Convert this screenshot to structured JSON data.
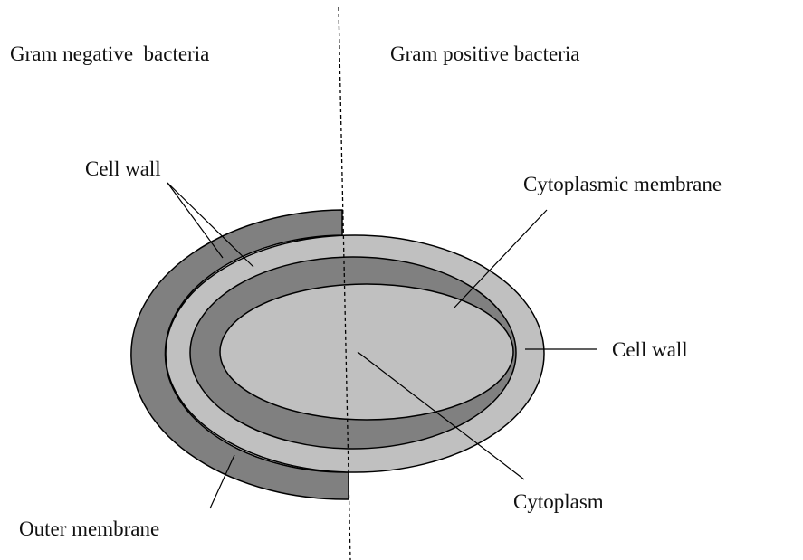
{
  "labels": {
    "gram_negative": "Gram negative  bacteria",
    "gram_positive": "Gram positive bacteria",
    "cell_wall_left": "Cell wall",
    "cytoplasmic_membrane": "Cytoplasmic membrane",
    "cell_wall_right": "Cell wall",
    "cytoplasm": "Cytoplasm",
    "outer_membrane": "Outer membrane"
  },
  "colors": {
    "dark_layer": "#808080",
    "light_layer": "#c0c0c0",
    "outline": "#000000",
    "background": "#ffffff"
  }
}
